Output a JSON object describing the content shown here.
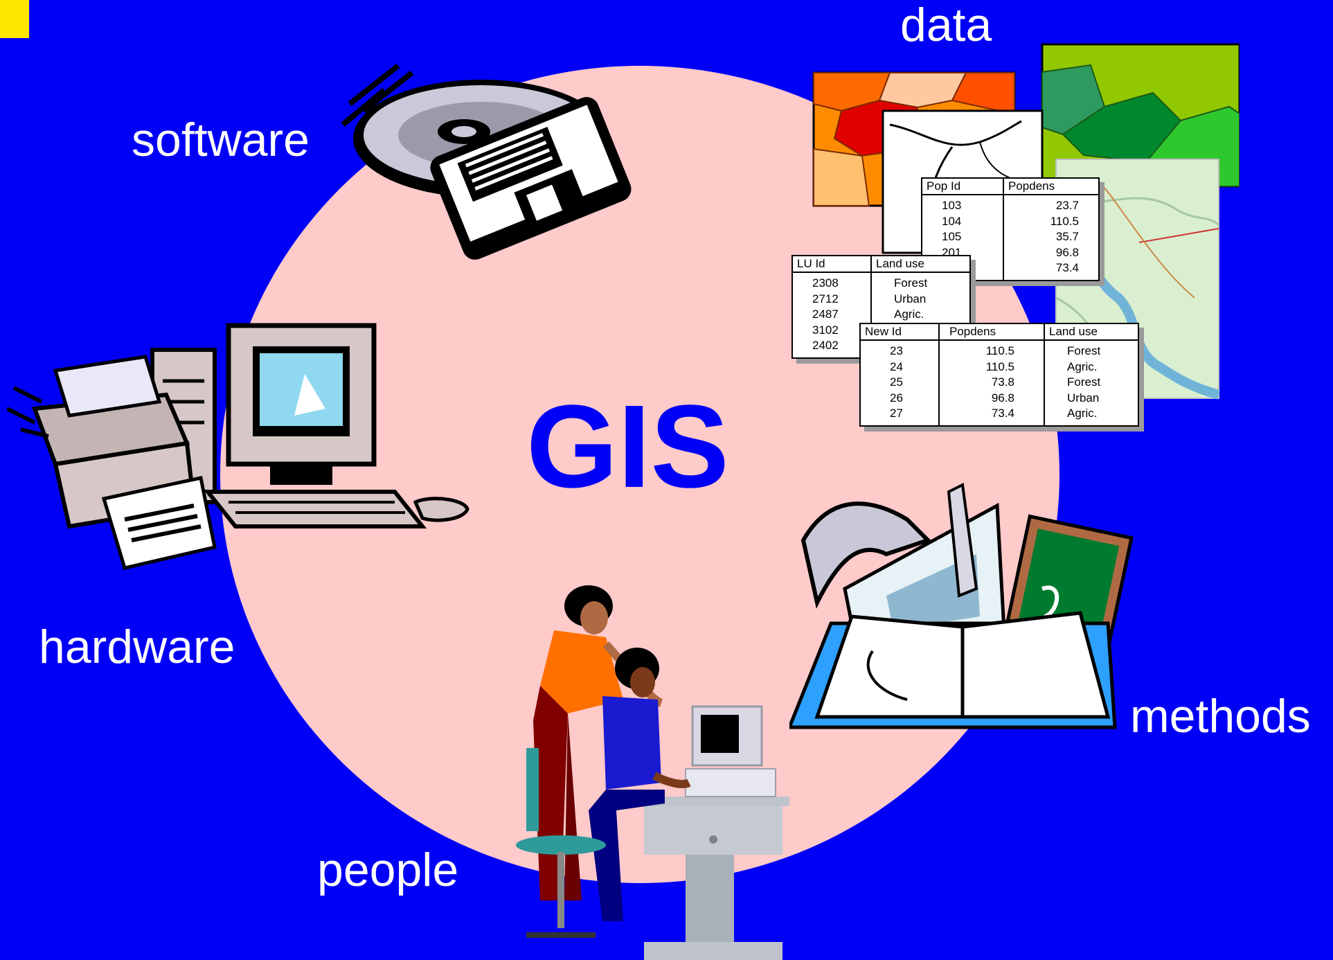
{
  "center": {
    "title": "GIS"
  },
  "labels": {
    "data": "data",
    "software": "software",
    "hardware": "hardware",
    "people": "people",
    "methods": "methods"
  },
  "tables": {
    "pop": {
      "headers": [
        "Pop Id",
        "Popdens"
      ],
      "col1": [
        "103",
        "104",
        "105",
        "201"
      ],
      "col2": [
        "23.7",
        "110.5",
        "35.7",
        "96.8",
        "73.4"
      ]
    },
    "lu": {
      "headers": [
        "LU Id",
        "Land use"
      ],
      "col1": [
        "2308",
        "2712",
        "2487",
        "3102",
        "2402"
      ],
      "col2": [
        "Forest",
        "Urban",
        "Agric."
      ]
    },
    "new": {
      "headers": [
        "New Id",
        "Popdens",
        "Land use"
      ],
      "col1": [
        "23",
        "24",
        "25",
        "26",
        "27"
      ],
      "col2": [
        "110.5",
        "110.5",
        "73.8",
        "96.8",
        "73.4"
      ],
      "col3": [
        "Forest",
        "Agric.",
        "Forest",
        "Urban",
        "Agric."
      ]
    }
  },
  "colors": {
    "background": "#0000F6",
    "ellipse": "#FFCACA",
    "accent": "#FFE600"
  }
}
